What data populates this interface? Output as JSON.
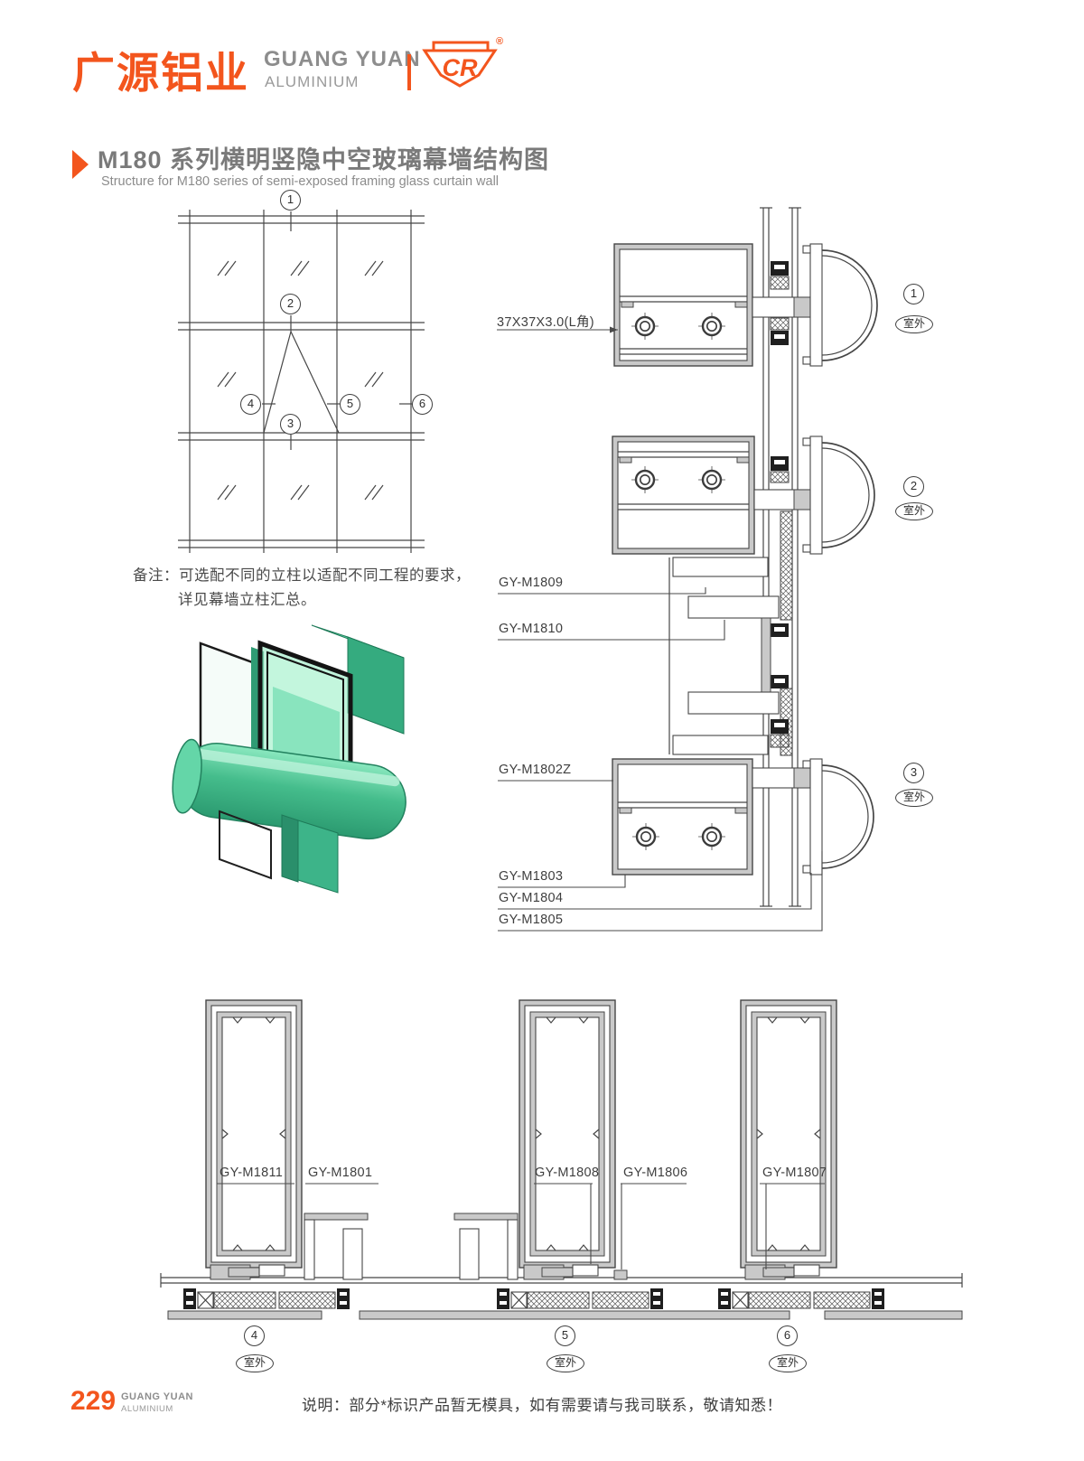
{
  "colors": {
    "accent_orange": "#f3551d",
    "title_gray": "#7a7a7a",
    "line_gray": "#464646",
    "render_green": "#45bd8c"
  },
  "header": {
    "brand_cn": "广源铝业",
    "brand_en1": "GUANG YUAN",
    "brand_en2": "ALUMINIUM",
    "logo_mark": "CR",
    "registered": "®"
  },
  "title": {
    "cn": "M180 系列横明竖隐中空玻璃幕墙结构图",
    "en": "Structure for M180 series of semi-exposed framing glass curtain wall"
  },
  "note": {
    "line1": "备注：可选配不同的立柱以适配不同工程的要求，",
    "line2": "详见幕墙立柱汇总。"
  },
  "labels": {
    "angle": "37X37X3.0(L角)",
    "m1809": "GY-M1809",
    "m1810": "GY-M1810",
    "m1802z": "GY-M1802Z",
    "m1803": "GY-M1803",
    "m1804": "GY-M1804",
    "m1805": "GY-M1805",
    "m1811": "GY-M1811",
    "m1801": "GY-M1801",
    "m1808": "GY-M1808",
    "m1806": "GY-M1806",
    "m1807": "GY-M1807"
  },
  "outdoor_label": "室外",
  "elevation_markers": {
    "m1": "1",
    "m2": "2",
    "m3": "3",
    "m4": "4",
    "m5": "5",
    "m6": "6"
  },
  "section_markers": {
    "s1": "1",
    "s2": "2",
    "s3": "3",
    "s4": "4",
    "s5": "5",
    "s6": "6"
  },
  "footer": {
    "page_number": "229",
    "brand_en1": "GUANG YUAN",
    "brand_en2": "ALUMINIUM",
    "note": "说明：部分*标识产品暂无模具，如有需要请与我司联系，敬请知悉！"
  }
}
